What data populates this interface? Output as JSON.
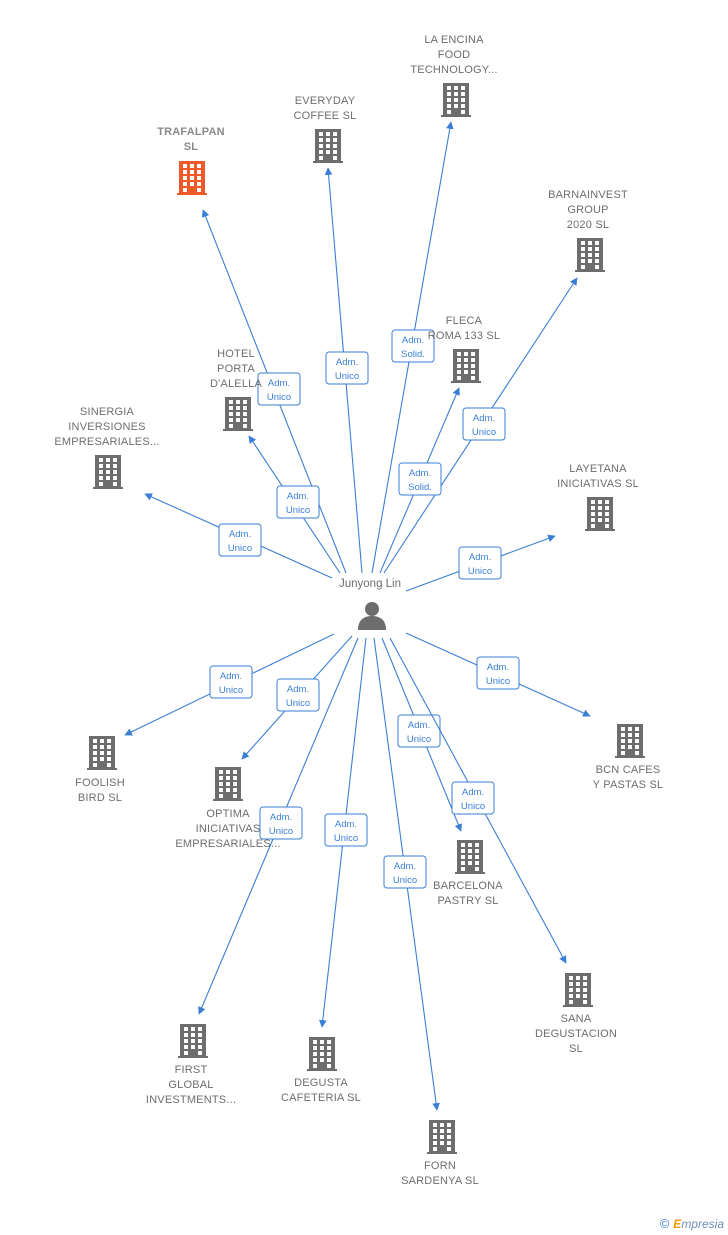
{
  "center": {
    "name": "Junyong Lin",
    "icon": "person-icon"
  },
  "colors": {
    "edge": "#3a7fd5",
    "building": "#6d6d6d",
    "highlight": "#f05a28"
  },
  "companies": [
    {
      "id": "trafalpan",
      "lines": [
        "TRAFALPAN",
        "SL"
      ],
      "highlight": true,
      "role": [
        "Adm.",
        "Unico"
      ]
    },
    {
      "id": "everyday-coffee",
      "lines": [
        "EVERYDAY",
        "COFFEE  SL"
      ],
      "role": [
        "Adm.",
        "Unico"
      ]
    },
    {
      "id": "la-encina",
      "lines": [
        "LA ENCINA",
        "FOOD",
        "TECHNOLOGY..."
      ],
      "role": [
        "Adm.",
        "Solid."
      ]
    },
    {
      "id": "barnainvest",
      "lines": [
        "BARNAINVEST",
        "GROUP",
        "2020  SL"
      ],
      "role": [
        "Adm.",
        "Unico"
      ]
    },
    {
      "id": "fleca-roma",
      "lines": [
        "FLECA",
        "ROMA 133  SL"
      ],
      "role": [
        "Adm.",
        "Solid."
      ]
    },
    {
      "id": "hotel-porta",
      "lines": [
        "HOTEL",
        "PORTA",
        "D'ALELLA"
      ],
      "role": [
        "Adm.",
        "Unico"
      ]
    },
    {
      "id": "sinergia",
      "lines": [
        "SINERGIA",
        "INVERSIONES",
        "EMPRESARIALES..."
      ],
      "role": [
        "Adm.",
        "Unico"
      ]
    },
    {
      "id": "layetana",
      "lines": [
        "LAYETANA",
        "INICIATIVAS  SL"
      ],
      "role": [
        "Adm.",
        "Unico"
      ]
    },
    {
      "id": "foolish-bird",
      "lines": [
        "FOOLISH",
        "BIRD  SL"
      ],
      "role": [
        "Adm.",
        "Unico"
      ]
    },
    {
      "id": "optima",
      "lines": [
        "OPTIMA",
        "INICIATIVAS",
        "EMPRESARIALES..."
      ],
      "role": [
        "Adm.",
        "Unico"
      ]
    },
    {
      "id": "bcn-cafes",
      "lines": [
        "BCN CAFES",
        "Y PASTAS  SL"
      ],
      "role": [
        "Adm.",
        "Unico"
      ]
    },
    {
      "id": "barcelona-pastry",
      "lines": [
        "BARCELONA",
        "PASTRY  SL"
      ],
      "role": [
        "Adm.",
        "Unico"
      ]
    },
    {
      "id": "sana",
      "lines": [
        "SANA",
        "DEGUSTACION",
        "SL"
      ],
      "role": [
        "Adm.",
        "Unico"
      ]
    },
    {
      "id": "first-global",
      "lines": [
        "FIRST",
        "GLOBAL",
        "INVESTMENTS..."
      ],
      "role": [
        "Adm.",
        "Unico"
      ]
    },
    {
      "id": "degusta",
      "lines": [
        "DEGUSTA",
        "CAFETERIA SL"
      ],
      "role": [
        "Adm.",
        "Unico"
      ]
    },
    {
      "id": "forn-sardenya",
      "lines": [
        "FORN",
        "SARDENYA  SL"
      ],
      "role": [
        "Adm.",
        "Unico"
      ]
    }
  ],
  "footer": {
    "copyright": "©",
    "brand_initial": "E",
    "brand_rest": "mpresia"
  }
}
